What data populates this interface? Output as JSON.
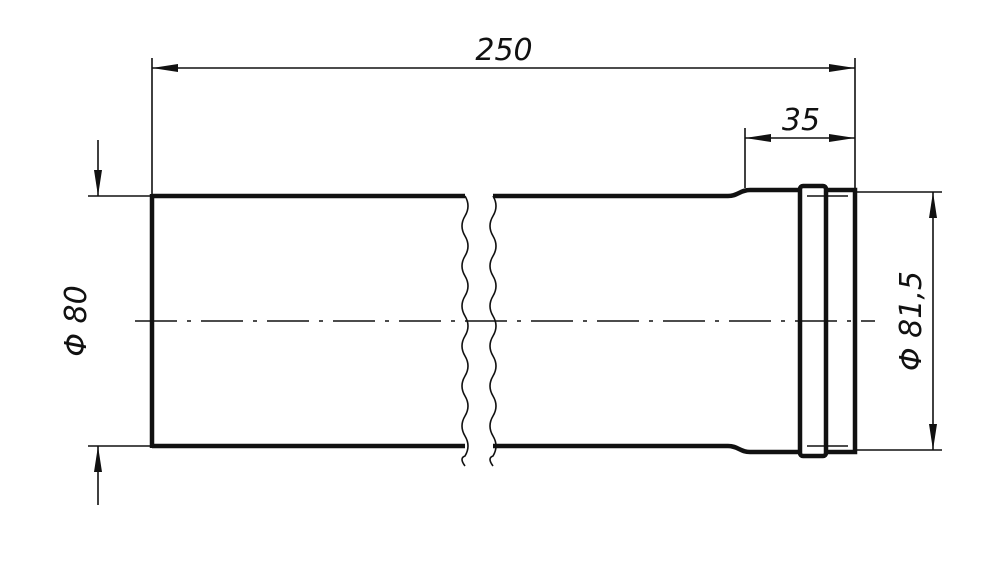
{
  "dimensions": {
    "total_length": "250",
    "socket_length": "35",
    "left_diameter": "Φ 80",
    "right_diameter": "Φ 81,5"
  },
  "colors": {
    "line": "#111111",
    "background": "#ffffff"
  }
}
